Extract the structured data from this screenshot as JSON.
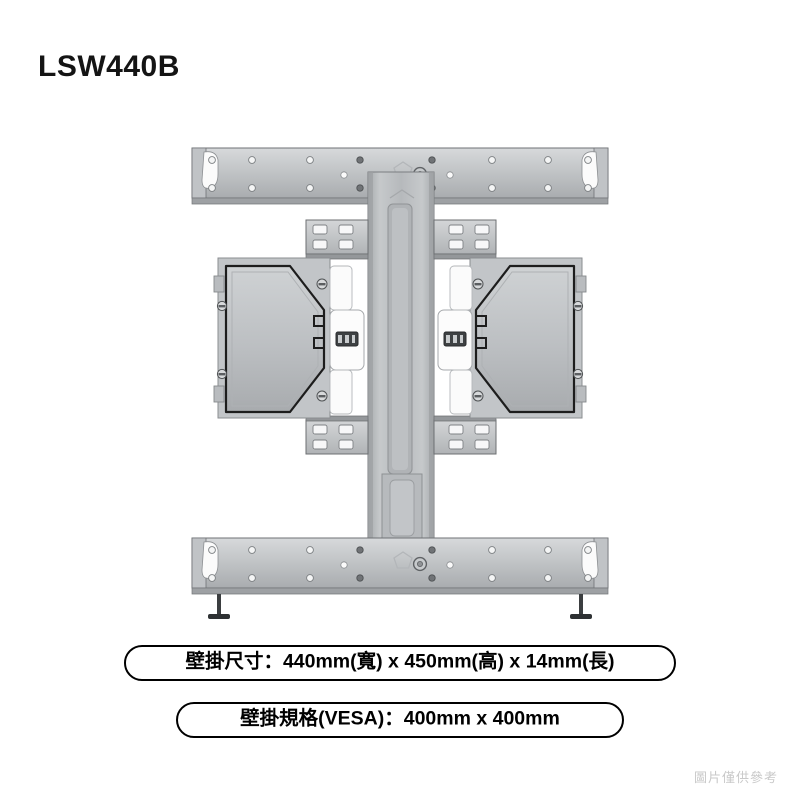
{
  "product": {
    "model_title": "LSW440B"
  },
  "specs": {
    "size_label": "壁掛尺寸：440mm(寬) x 450mm(高) x 14mm(長)",
    "vesa_label": "壁掛規格(VESA)：400mm x 400mm"
  },
  "footer": {
    "watermark": "圖片僅供參考"
  },
  "illustration": {
    "alt_name": "tv-wall-mount-bracket",
    "colors": {
      "metal_light": "#d2d4d6",
      "metal_mid": "#b9bcbe",
      "metal_dark": "#9ea2a5",
      "metal_shadow": "#85888b",
      "outline": "#1a1a1a",
      "hole": "#ffffff"
    }
  }
}
